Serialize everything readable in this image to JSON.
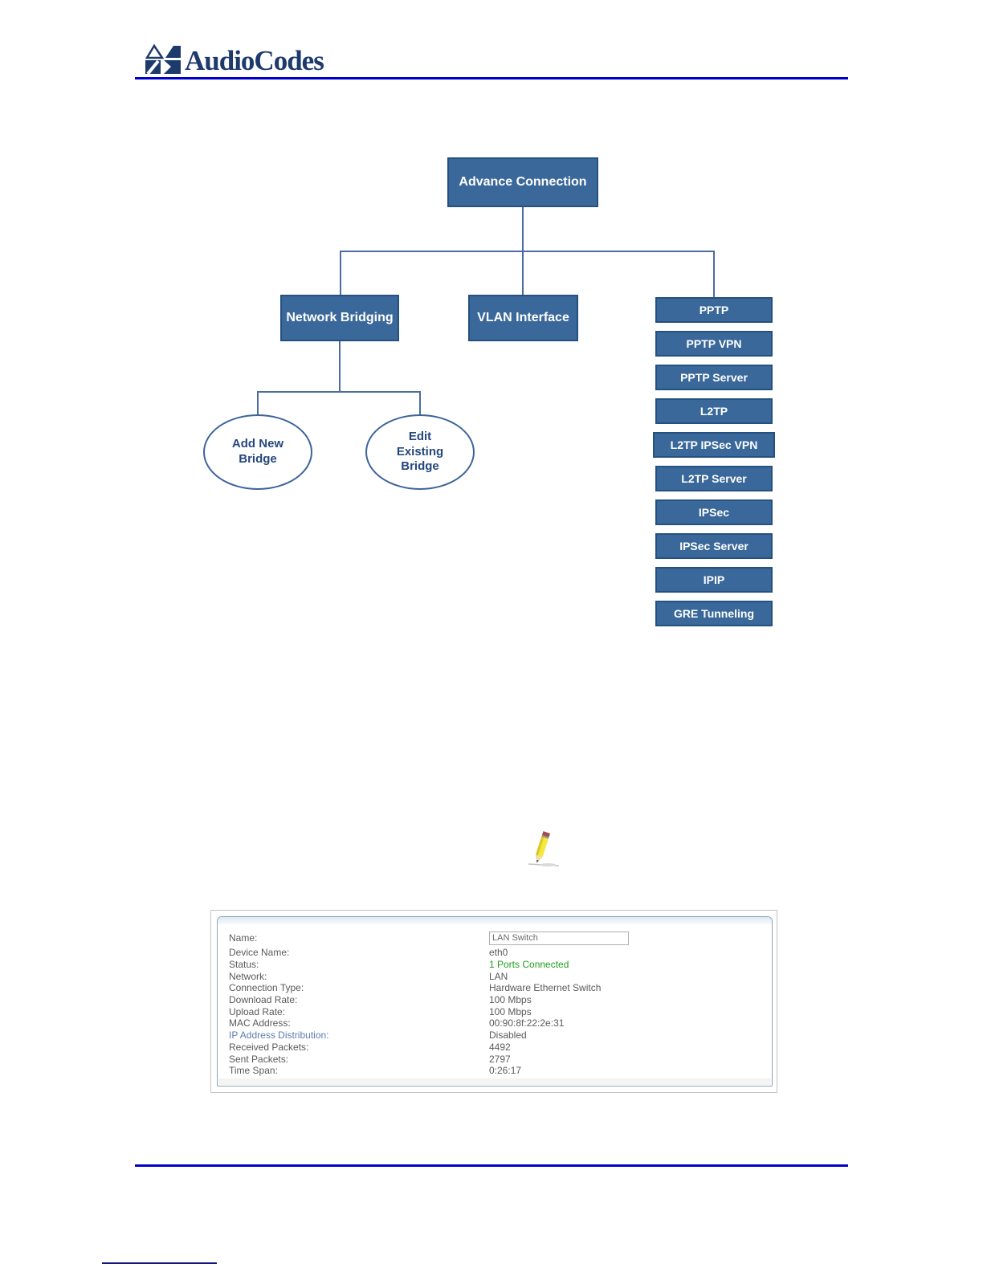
{
  "logo": {
    "brand": "AudioCodes"
  },
  "diagram": {
    "root_label": "Advance Connection",
    "branch1_label": "Network Bridging",
    "branch2_label": "VLAN Interface",
    "bridge_ellipse1": "Add New Bridge",
    "bridge_ellipse2": "Edit Existing Bridge",
    "right_stack": [
      "PPTP",
      "PPTP VPN",
      "PPTP Server",
      "L2TP",
      "L2TP IPSec VPN",
      "L2TP Server",
      "IPSec",
      "IPSec Server",
      "IPIP",
      "GRE Tunneling"
    ]
  },
  "icons": {
    "edit": "pencil"
  },
  "panel": {
    "rows": [
      {
        "label": "Name:",
        "value": "LAN Switch"
      },
      {
        "label": "Device Name:",
        "value": "eth0"
      },
      {
        "label": "Status:",
        "value": "1 Ports Connected"
      },
      {
        "label": "Network:",
        "value": "LAN"
      },
      {
        "label": "Connection Type:",
        "value": "Hardware Ethernet Switch"
      },
      {
        "label": "Download Rate:",
        "value": "100 Mbps"
      },
      {
        "label": "Upload Rate:",
        "value": "100 Mbps"
      },
      {
        "label": "MAC Address:",
        "value": "00:90:8f:22:2e:31"
      },
      {
        "label": "IP Address Distribution:",
        "value": "Disabled"
      },
      {
        "label": "Received Packets:",
        "value": "4492"
      },
      {
        "label": "Sent Packets:",
        "value": "2797"
      },
      {
        "label": "Time Span:",
        "value": "0:26:17"
      }
    ]
  },
  "colors": {
    "node_fill": "#3a689a",
    "node_border": "#24517f",
    "connector": "#4a6d9e",
    "rule_blue": "#0000cd",
    "brand_navy": "#1d3a6d",
    "status_green": "#1da01d",
    "link_blue": "#5a7db2"
  }
}
